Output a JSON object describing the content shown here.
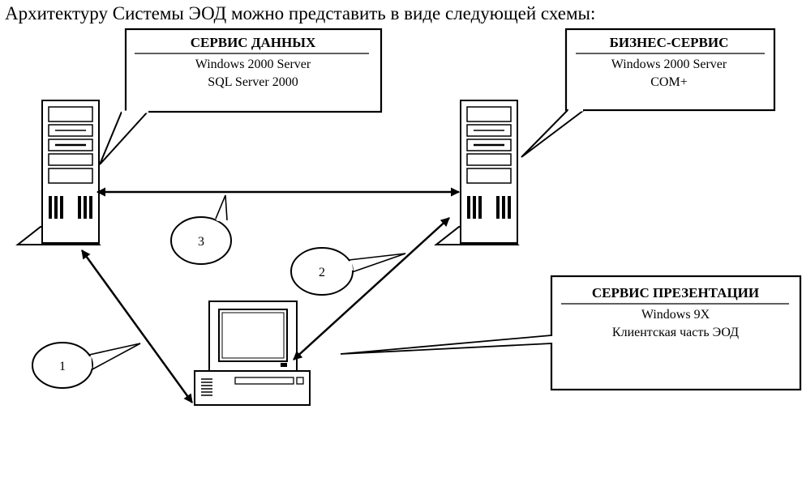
{
  "heading": "Архитектуру Системы ЭОД можно представить в виде следующей схемы:",
  "data_service": {
    "title": "СЕРВИС ДАННЫХ",
    "lines": [
      "Windows 2000 Server",
      "SQL Server 2000"
    ]
  },
  "business_service": {
    "title": "БИЗНЕС-СЕРВИС",
    "lines": [
      "Windows 2000 Server",
      "COM+"
    ]
  },
  "presentation_service": {
    "title": "СЕРВИС ПРЕЗЕНТАЦИИ",
    "lines": [
      "Windows 9X",
      "Клиентская часть ЭОД"
    ]
  },
  "connections": [
    "1",
    "2",
    "3"
  ]
}
